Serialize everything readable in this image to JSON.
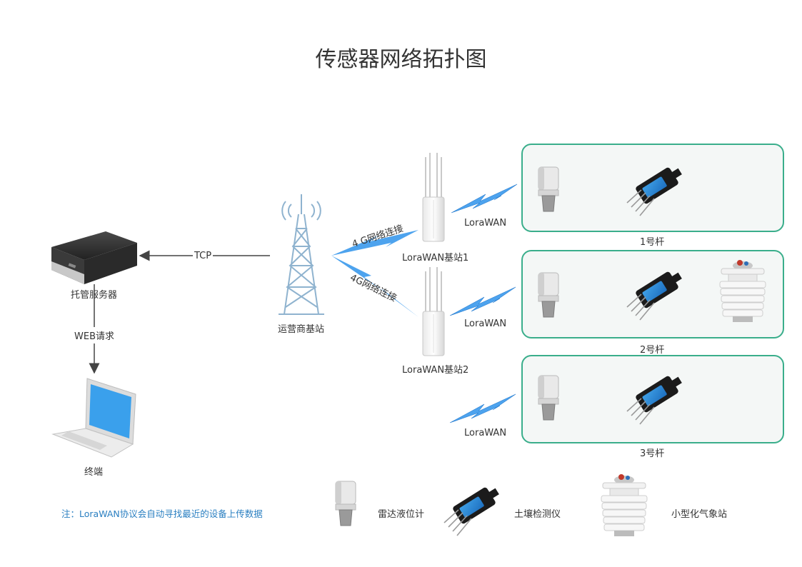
{
  "title": "传感器网络拓扑图",
  "nodes": {
    "server": "托管服务器",
    "terminal": "终端",
    "tower": "运营商基站",
    "gateway1": "LoraWAN基站1",
    "gateway2": "LoraWAN基站2"
  },
  "links": {
    "tcp": "TCP",
    "web": "WEB请求",
    "net4g_1": "4 G网络连接",
    "net4g_2": "4G网络连接",
    "lorawan": "LoraWAN"
  },
  "poles": [
    "1号杆",
    "2号杆",
    "3号杆"
  ],
  "note": "注：LoraWAN协议会自动寻找最近的设备上传数据",
  "legend": {
    "radar": "雷达液位计",
    "soil": "土壤检测仪",
    "weather": "小型化气象站"
  },
  "colors": {
    "pole_border": "#3aae8b",
    "lightning": "#4da3ee",
    "note": "#2a7fc1"
  }
}
